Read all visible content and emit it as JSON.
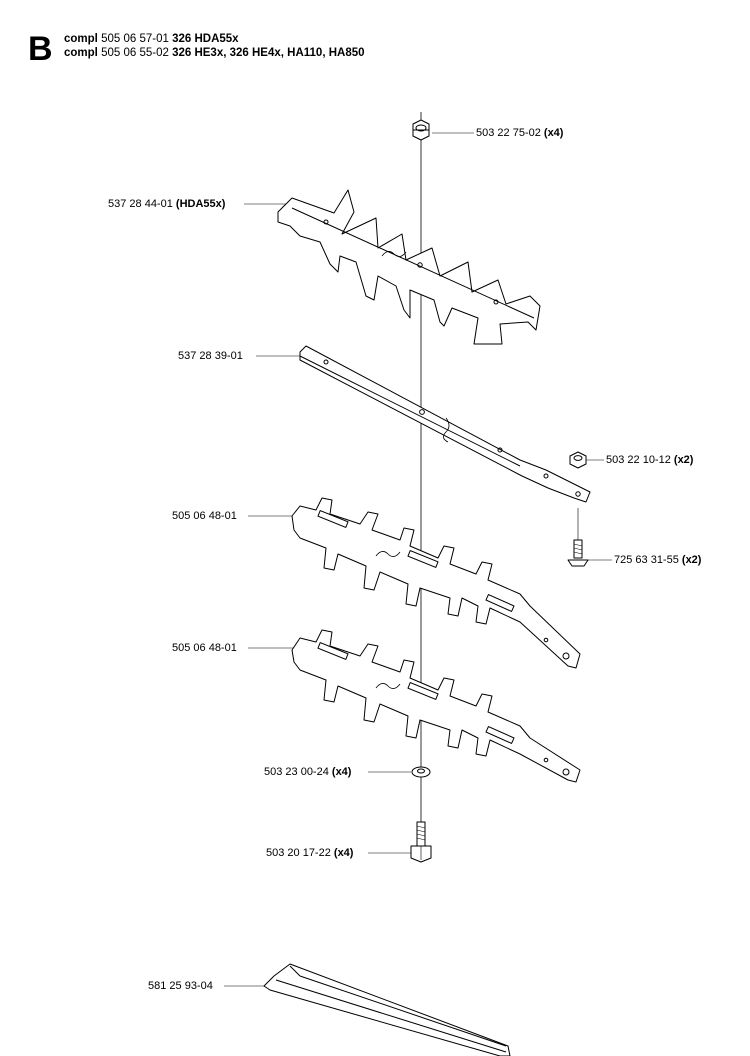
{
  "section_letter": "B",
  "header": [
    {
      "prefix": "compl",
      "number": "505 06 57-01",
      "models": "326 HDA55x"
    },
    {
      "prefix": "compl",
      "number": "505 06 55-02",
      "models": "326 HE3x, 326 HE4x, HA110, HA850"
    }
  ],
  "parts": [
    {
      "number": "503 22 75-02",
      "qty": "(x4)"
    },
    {
      "number": "537 28 44-01",
      "qty": "(HDA55x)"
    },
    {
      "number": "537 28 39-01",
      "qty": ""
    },
    {
      "number": "503 22 10-12",
      "qty": "(x2)"
    },
    {
      "number": "505 06 48-01",
      "qty": ""
    },
    {
      "number": "725 63 31-55",
      "qty": "(x2)"
    },
    {
      "number": "505 06 48-01",
      "qty": ""
    },
    {
      "number": "503 23 00-24",
      "qty": "(x4)"
    },
    {
      "number": "503 20 17-22",
      "qty": "(x4)"
    },
    {
      "number": "581 25 93-04",
      "qty": ""
    }
  ]
}
